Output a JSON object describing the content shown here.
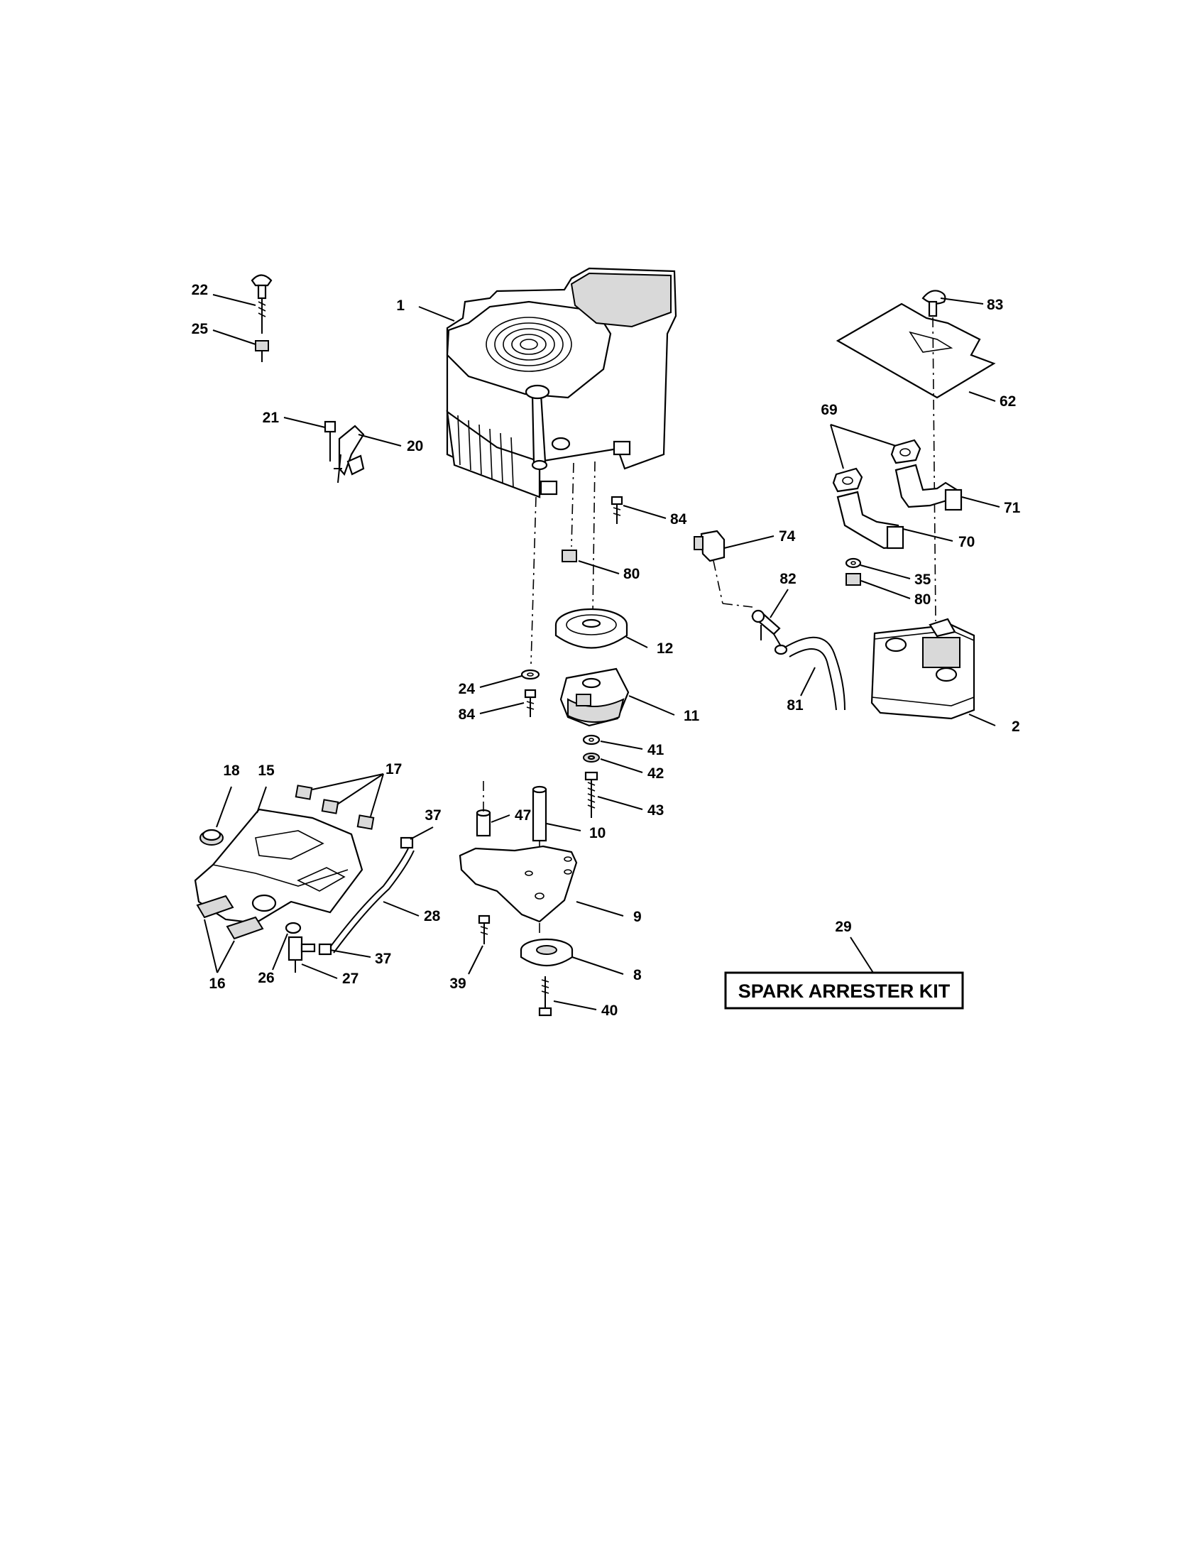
{
  "diagram": {
    "callouts": {
      "c1": "1",
      "c2": "2",
      "c8": "8",
      "c9": "9",
      "c10": "10",
      "c11": "11",
      "c12": "12",
      "c15": "15",
      "c16": "16",
      "c17": "17",
      "c18": "18",
      "c20": "20",
      "c21": "21",
      "c22": "22",
      "c24": "24",
      "c25": "25",
      "c26": "26",
      "c27": "27",
      "c28": "28",
      "c29": "29",
      "c35": "35",
      "c37a": "37",
      "c37b": "37",
      "c39": "39",
      "c40": "40",
      "c41": "41",
      "c42": "42",
      "c43": "43",
      "c47": "47",
      "c62": "62",
      "c69": "69",
      "c70": "70",
      "c71": "71",
      "c74": "74",
      "c80a": "80",
      "c80b": "80",
      "c81": "81",
      "c82": "82",
      "c83": "83",
      "c84a": "84",
      "c84b": "84"
    },
    "kit_label": "SPARK ARRESTER KIT"
  }
}
